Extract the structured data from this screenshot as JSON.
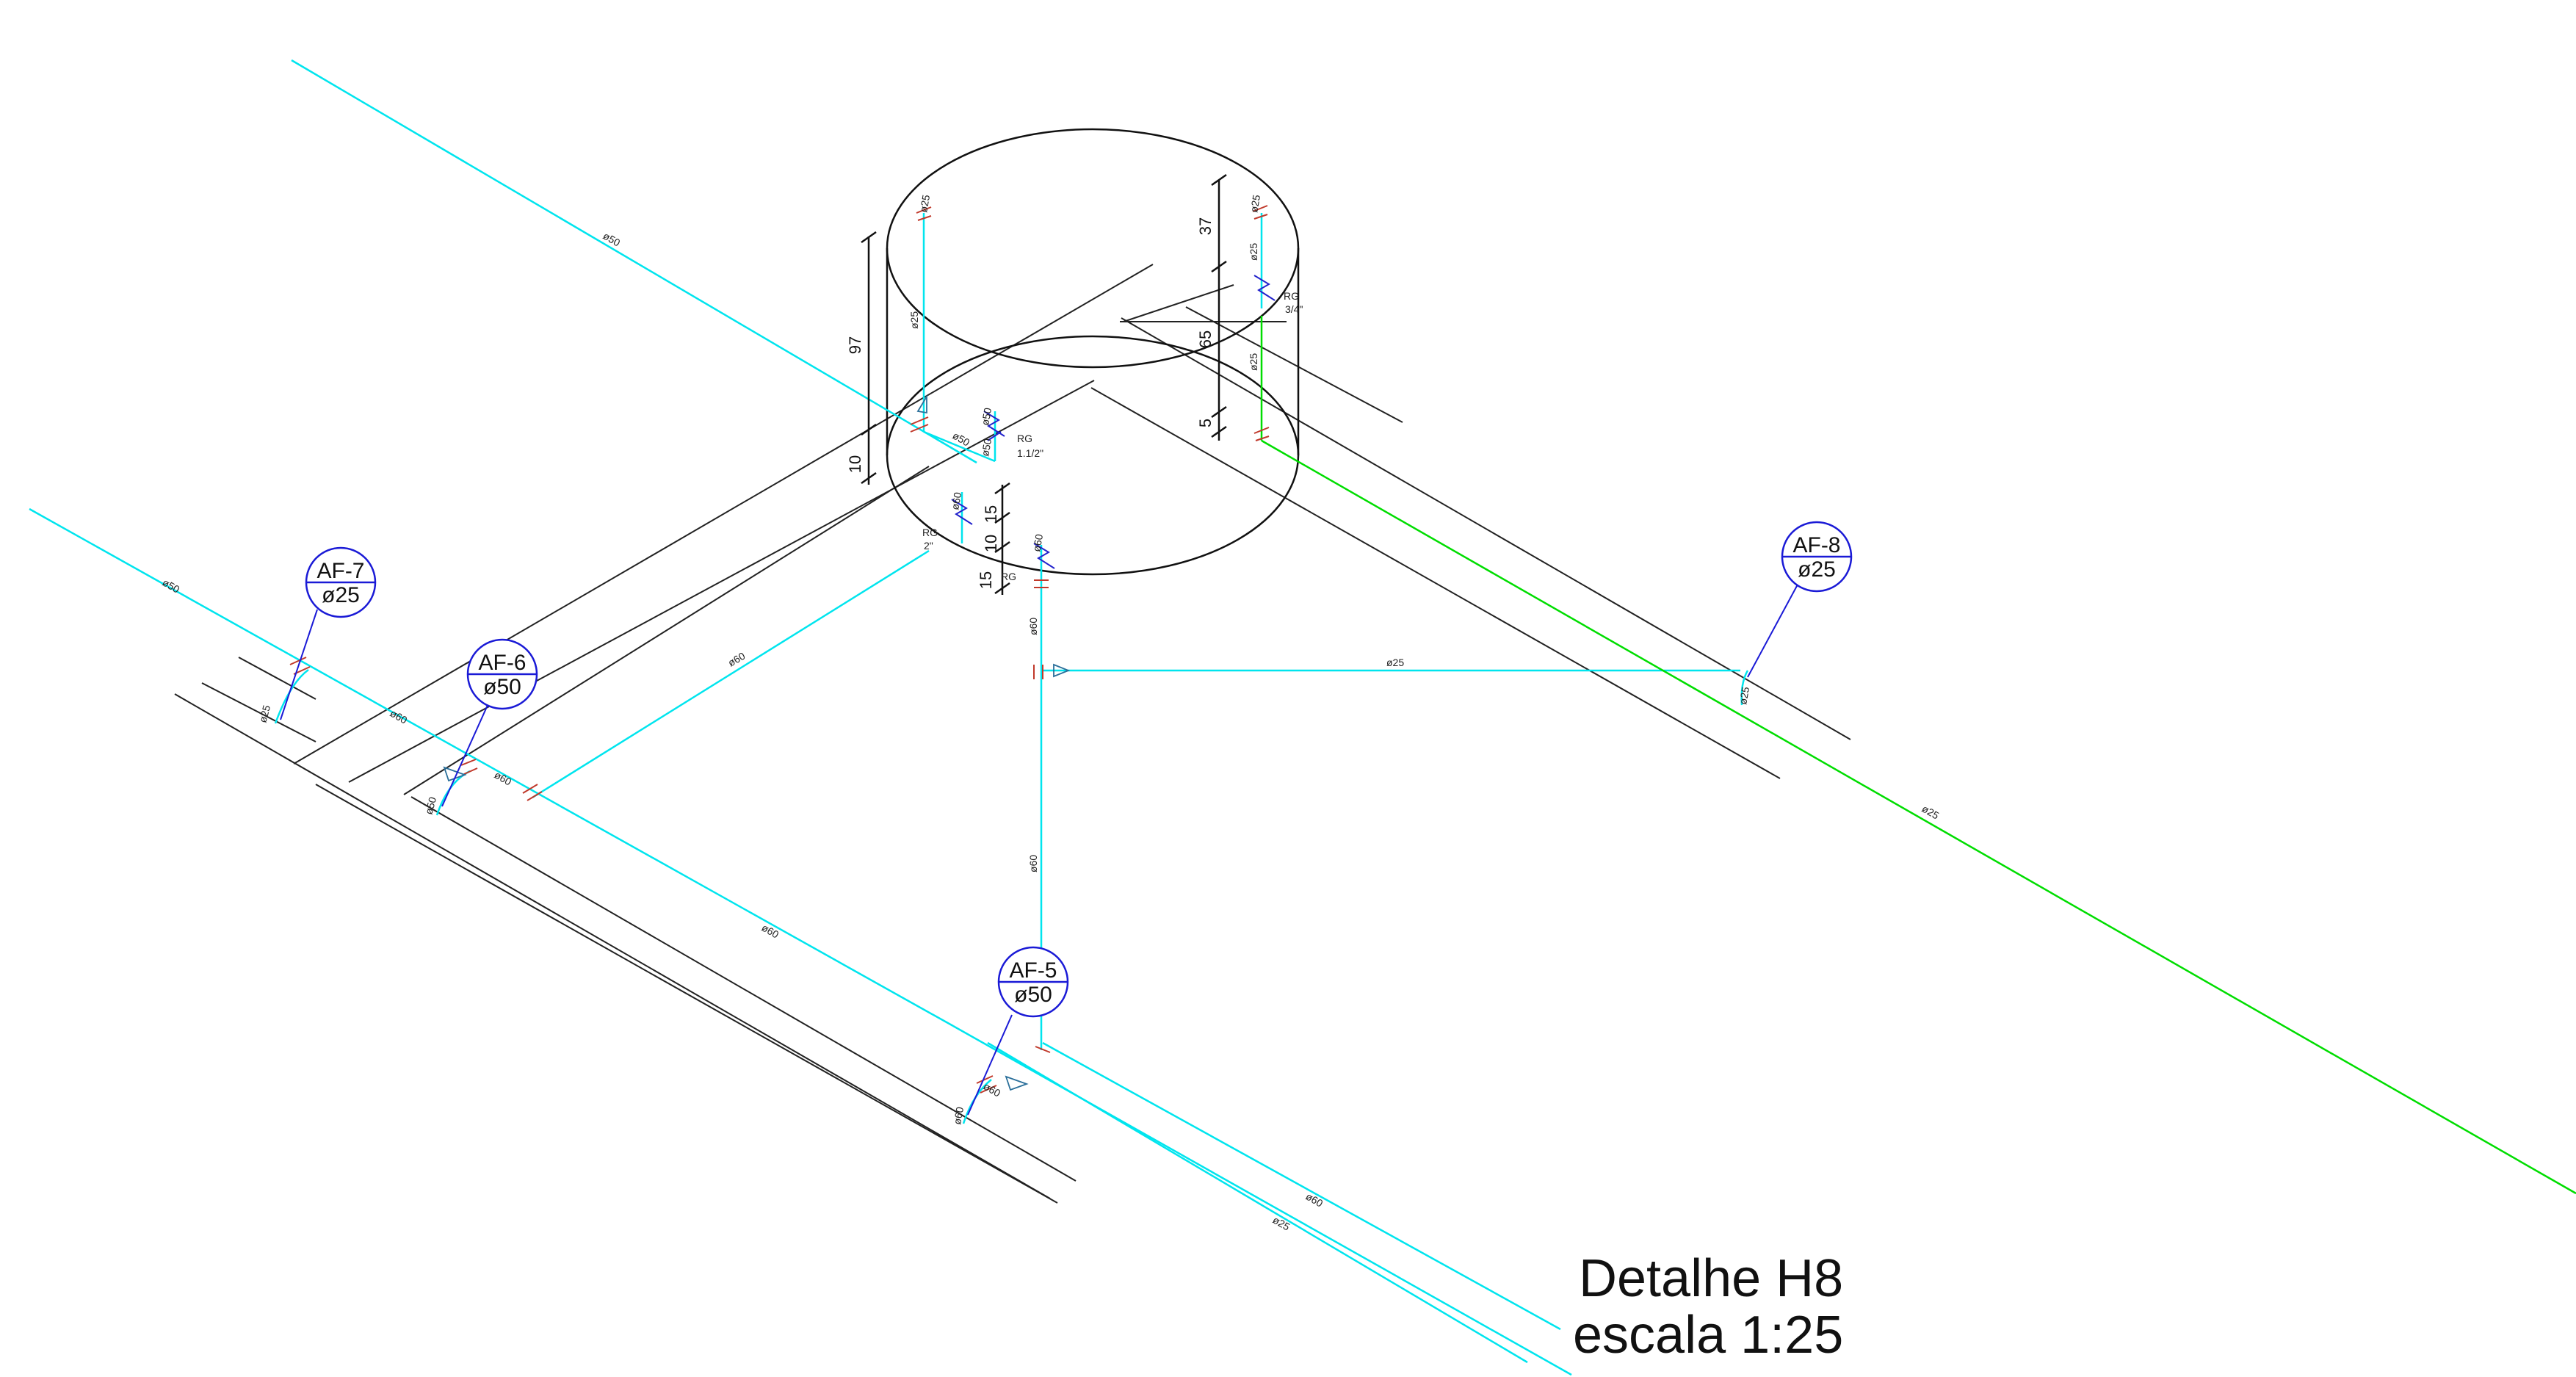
{
  "title": {
    "line1": "Detalhe H8",
    "line2": "escala 1:25"
  },
  "colors": {
    "pipe_cold": "#00e5ee",
    "pipe_green": "#00dd00",
    "structure": "#000000",
    "tag": "#1a1ad6",
    "fitting_red": "#c0392b",
    "fitting_blue": "#2222cc"
  },
  "tags": [
    {
      "id": "AF-5",
      "diameter": "ø50"
    },
    {
      "id": "AF-6",
      "diameter": "ø50"
    },
    {
      "id": "AF-7",
      "diameter": "ø25"
    },
    {
      "id": "AF-8",
      "diameter": "ø25"
    }
  ],
  "pipe_labels": {
    "top_left_main": "ø50",
    "left_main": "ø50",
    "af7_drop": "ø25",
    "main_near_af7": "ø60",
    "af6_drop": "ø50",
    "af6_tee": "ø60",
    "diag_to_tank": "ø60",
    "lower_main": "ø60",
    "af5_drop": "ø60",
    "af5_branch": "ø60",
    "bottom_a": "ø60",
    "bottom_b": "ø25",
    "vertical_1": "ø60",
    "vertical_2": "ø60",
    "horizontal_af8": "ø25",
    "af8_drop": "ø25",
    "green_line": "ø25",
    "tank_left_top": "ø25",
    "tank_left_mid": "ø25",
    "tank_left_bot": "ø50",
    "tank_center_a": "ø50",
    "tank_center_b": "ø50",
    "tank_right_top": "ø25",
    "tank_right_mid": "ø25",
    "tank_right_low": "ø25",
    "outlet_a": "ø60",
    "outlet_b": "ø60"
  },
  "dimensions": {
    "left_97": "97",
    "left_10": "10",
    "right_37": "37",
    "right_65": "65",
    "right_5": "5",
    "mid_15a": "15",
    "mid_10": "10",
    "mid_15b": "15"
  },
  "fittings": {
    "rg_center": "RG",
    "rg_center_size": "1.1/2\"",
    "rg_left": "RG",
    "rg_left_size": "2\"",
    "rg_right": "RG",
    "rg_right_size": "3/4\"",
    "rg_bottom": "RG"
  }
}
